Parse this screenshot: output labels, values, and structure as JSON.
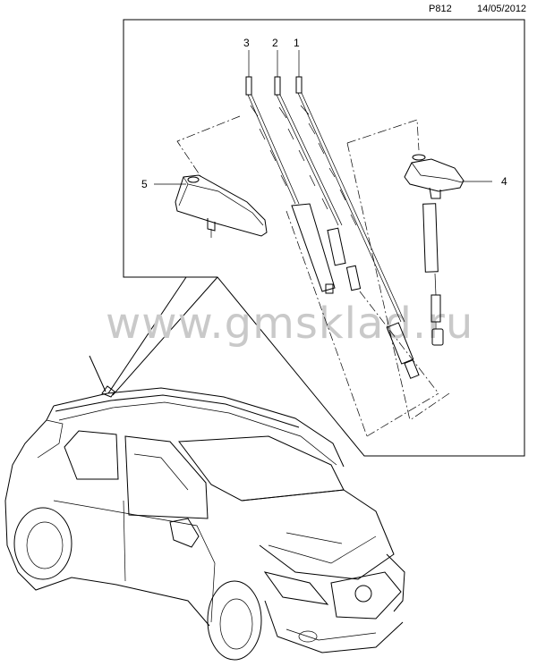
{
  "header": {
    "page_code": "P812",
    "date": "14/05/2012"
  },
  "watermark": "www.gmsklad.ru",
  "callouts": {
    "c1": "1",
    "c2": "2",
    "c3": "3",
    "c4": "4",
    "c5": "5"
  }
}
